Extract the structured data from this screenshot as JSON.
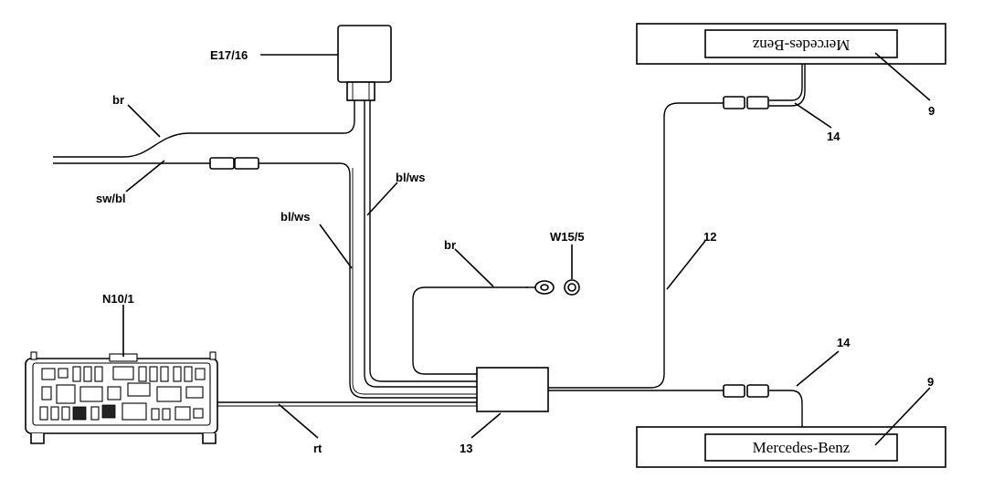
{
  "components": {
    "lamp_switch": "E17/16",
    "control_module": "N10/1",
    "connector_unit": "13",
    "ground_point": "W15/5",
    "harness_main": "12",
    "harness_branch_top": "14",
    "harness_branch_bottom": "14",
    "badge_top": "9",
    "badge_bottom": "9"
  },
  "wire_colors": {
    "brown_top": "br",
    "black_blue": "sw/bl",
    "blue_white_left": "bl/ws",
    "blue_white_right": "bl/ws",
    "brown_ground": "br",
    "red": "rt"
  },
  "plates": {
    "top_text": "Mercedes-Benz",
    "bottom_text": "Mercedes-Benz"
  }
}
